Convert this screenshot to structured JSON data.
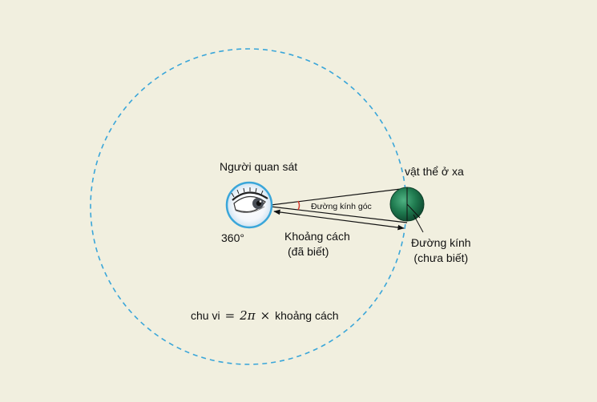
{
  "labels": {
    "observer": "Người quan sát",
    "distant_object": "vật thể ở xa",
    "angular_diameter": "Đường kính góc",
    "full_angle": "360°",
    "distance_line1": "Khoảng cách",
    "distance_line2": "(đã biết)",
    "diameter_line1": "Đường kính",
    "diameter_line2": "(chưa biết)"
  },
  "formula": {
    "left": "chu vi",
    "equals": "=",
    "factor": "2π",
    "times": "×",
    "right": "khoảng cách"
  },
  "colors": {
    "background": "#f1efdf",
    "circle_dash": "#3aa6d9",
    "eye_ring": "#3aa6d9",
    "object_fill": "#1f7a4f",
    "angle_mark": "#d63c2f",
    "lines": "#111111"
  },
  "icons": {
    "observer": "eye-icon",
    "object": "sphere-icon"
  }
}
